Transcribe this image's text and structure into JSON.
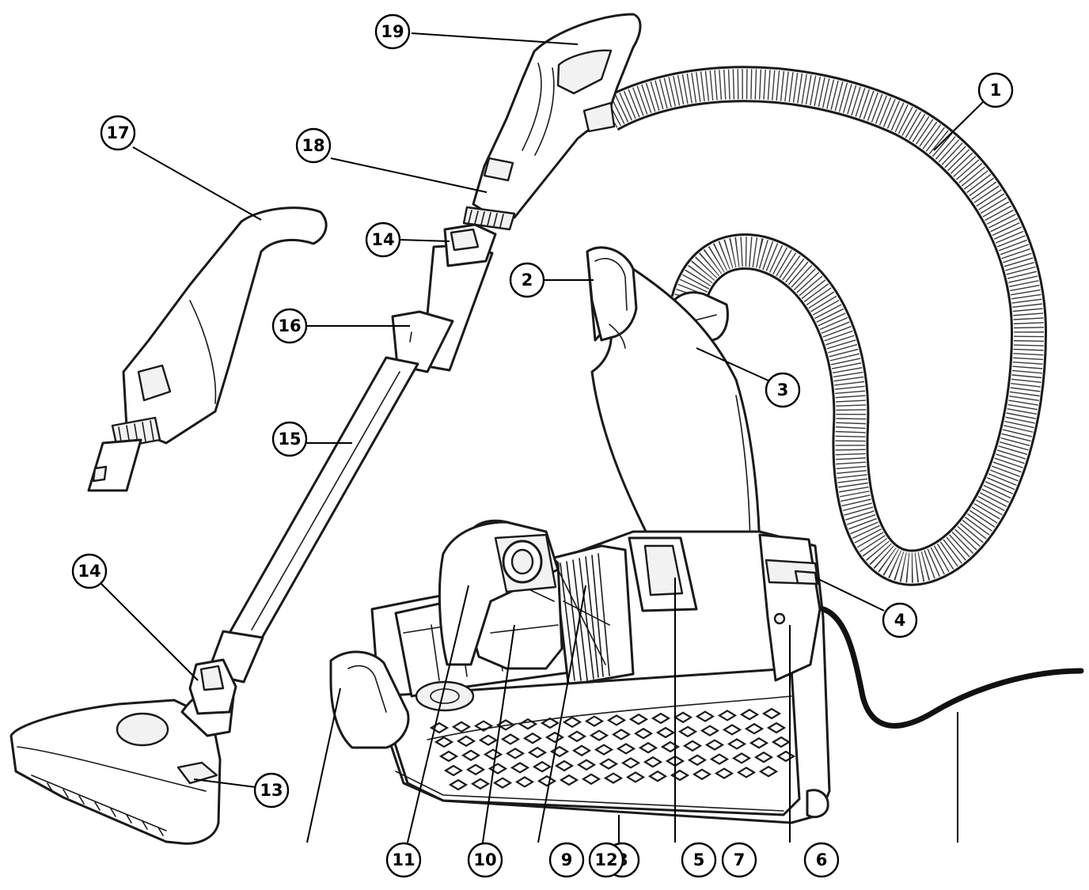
{
  "callouts": [
    {
      "id": "1",
      "label": "1"
    },
    {
      "id": "2",
      "label": "2"
    },
    {
      "id": "3",
      "label": "3"
    },
    {
      "id": "4",
      "label": "4"
    },
    {
      "id": "5",
      "label": "5"
    },
    {
      "id": "6",
      "label": "6"
    },
    {
      "id": "7",
      "label": "7"
    },
    {
      "id": "8",
      "label": "8"
    },
    {
      "id": "9",
      "label": "9"
    },
    {
      "id": "10",
      "label": "10"
    },
    {
      "id": "11",
      "label": "11"
    },
    {
      "id": "12",
      "label": "12"
    },
    {
      "id": "13",
      "label": "13"
    },
    {
      "id": "14a",
      "label": "14"
    },
    {
      "id": "14b",
      "label": "14"
    },
    {
      "id": "15",
      "label": "15"
    },
    {
      "id": "16",
      "label": "16"
    },
    {
      "id": "17",
      "label": "17"
    },
    {
      "id": "18",
      "label": "18"
    },
    {
      "id": "19",
      "label": "19"
    }
  ],
  "colors": {
    "line": "#1a1a1a",
    "background": "#ffffff"
  }
}
